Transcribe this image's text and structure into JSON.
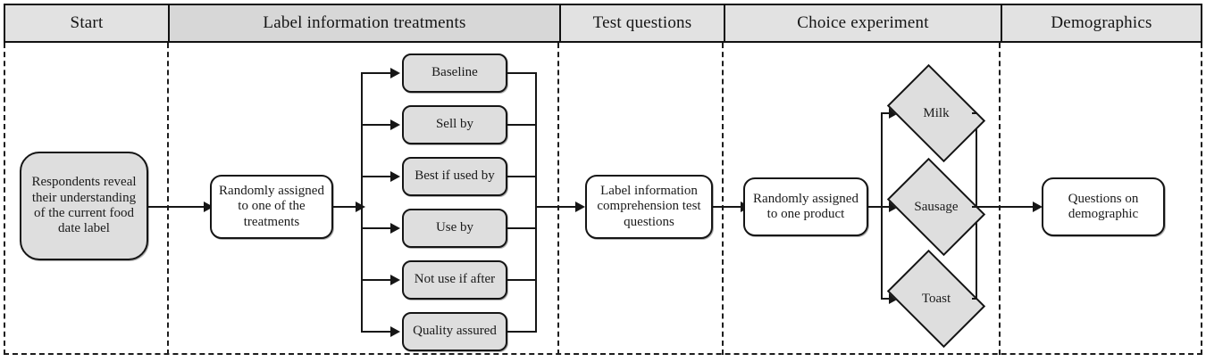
{
  "diagram": {
    "title": "Survey flow diagram",
    "colors": {
      "header_fill": "#e2e2e2",
      "header_fill_accent": "#d7d7d7",
      "node_gray_fill": "#dedede",
      "node_white_fill": "#ffffff",
      "stroke": "#151515"
    }
  },
  "stages": [
    {
      "label": "Start"
    },
    {
      "label": "Label information treatments"
    },
    {
      "label": "Test questions"
    },
    {
      "label": "Choice experiment"
    },
    {
      "label": "Demographics"
    }
  ],
  "nodes": {
    "start": {
      "label": "Respondents reveal their understanding of the current food date label",
      "shape": "rounded-rectangle",
      "fill": "gray"
    },
    "randomize_treatment": {
      "label": "Randomly assigned to one of the treatments",
      "shape": "rounded-rectangle",
      "fill": "white"
    },
    "test_questions": {
      "label": "Label information comprehension test questions",
      "shape": "rounded-rectangle",
      "fill": "white"
    },
    "randomize_product": {
      "label": "Randomly assigned to one product",
      "shape": "rounded-rectangle",
      "fill": "white"
    },
    "demographics": {
      "label": "Questions on demographic",
      "shape": "rounded-rectangle",
      "fill": "white"
    }
  },
  "treatments": [
    {
      "label": "Baseline"
    },
    {
      "label": "Sell by"
    },
    {
      "label": "Best if used by"
    },
    {
      "label": "Use by"
    },
    {
      "label": "Not use if after"
    },
    {
      "label": "Quality assured"
    }
  ],
  "products": [
    {
      "label": "Milk"
    },
    {
      "label": "Sausage"
    },
    {
      "label": "Toast"
    }
  ]
}
